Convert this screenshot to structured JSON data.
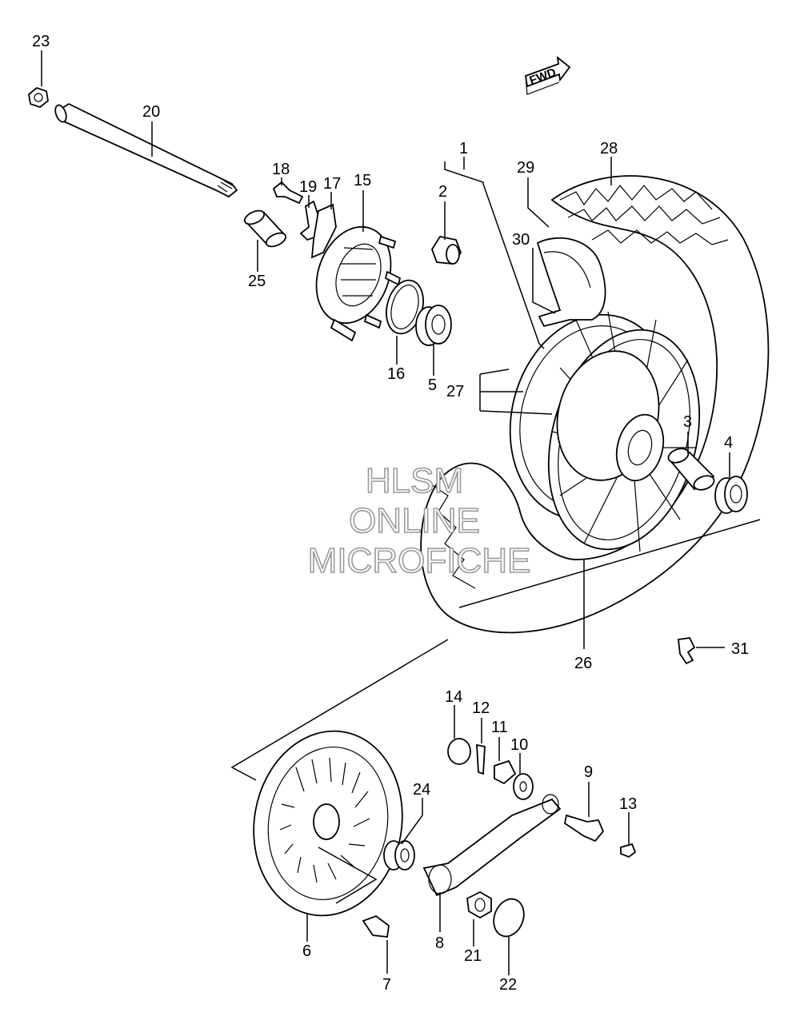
{
  "diagram": {
    "direction_badge": "FWD",
    "watermark_lines": [
      "HLSM",
      "ONLINE",
      "MICROFICHE"
    ],
    "callouts": [
      {
        "id": "1",
        "label": "1"
      },
      {
        "id": "2",
        "label": "2"
      },
      {
        "id": "3",
        "label": "3"
      },
      {
        "id": "4",
        "label": "4"
      },
      {
        "id": "5",
        "label": "5"
      },
      {
        "id": "6",
        "label": "6"
      },
      {
        "id": "7",
        "label": "7"
      },
      {
        "id": "8",
        "label": "8"
      },
      {
        "id": "9",
        "label": "9"
      },
      {
        "id": "10",
        "label": "10"
      },
      {
        "id": "11",
        "label": "11"
      },
      {
        "id": "12",
        "label": "12"
      },
      {
        "id": "13",
        "label": "13"
      },
      {
        "id": "14",
        "label": "14"
      },
      {
        "id": "15",
        "label": "15"
      },
      {
        "id": "16",
        "label": "16"
      },
      {
        "id": "17",
        "label": "17"
      },
      {
        "id": "18",
        "label": "18"
      },
      {
        "id": "19",
        "label": "19"
      },
      {
        "id": "20",
        "label": "20"
      },
      {
        "id": "21",
        "label": "21"
      },
      {
        "id": "22",
        "label": "22"
      },
      {
        "id": "23",
        "label": "23"
      },
      {
        "id": "24",
        "label": "24"
      },
      {
        "id": "25",
        "label": "25"
      },
      {
        "id": "26",
        "label": "26"
      },
      {
        "id": "27",
        "label": "27"
      },
      {
        "id": "28",
        "label": "28"
      },
      {
        "id": "29",
        "label": "29"
      },
      {
        "id": "30",
        "label": "30"
      },
      {
        "id": "31",
        "label": "31"
      }
    ]
  }
}
